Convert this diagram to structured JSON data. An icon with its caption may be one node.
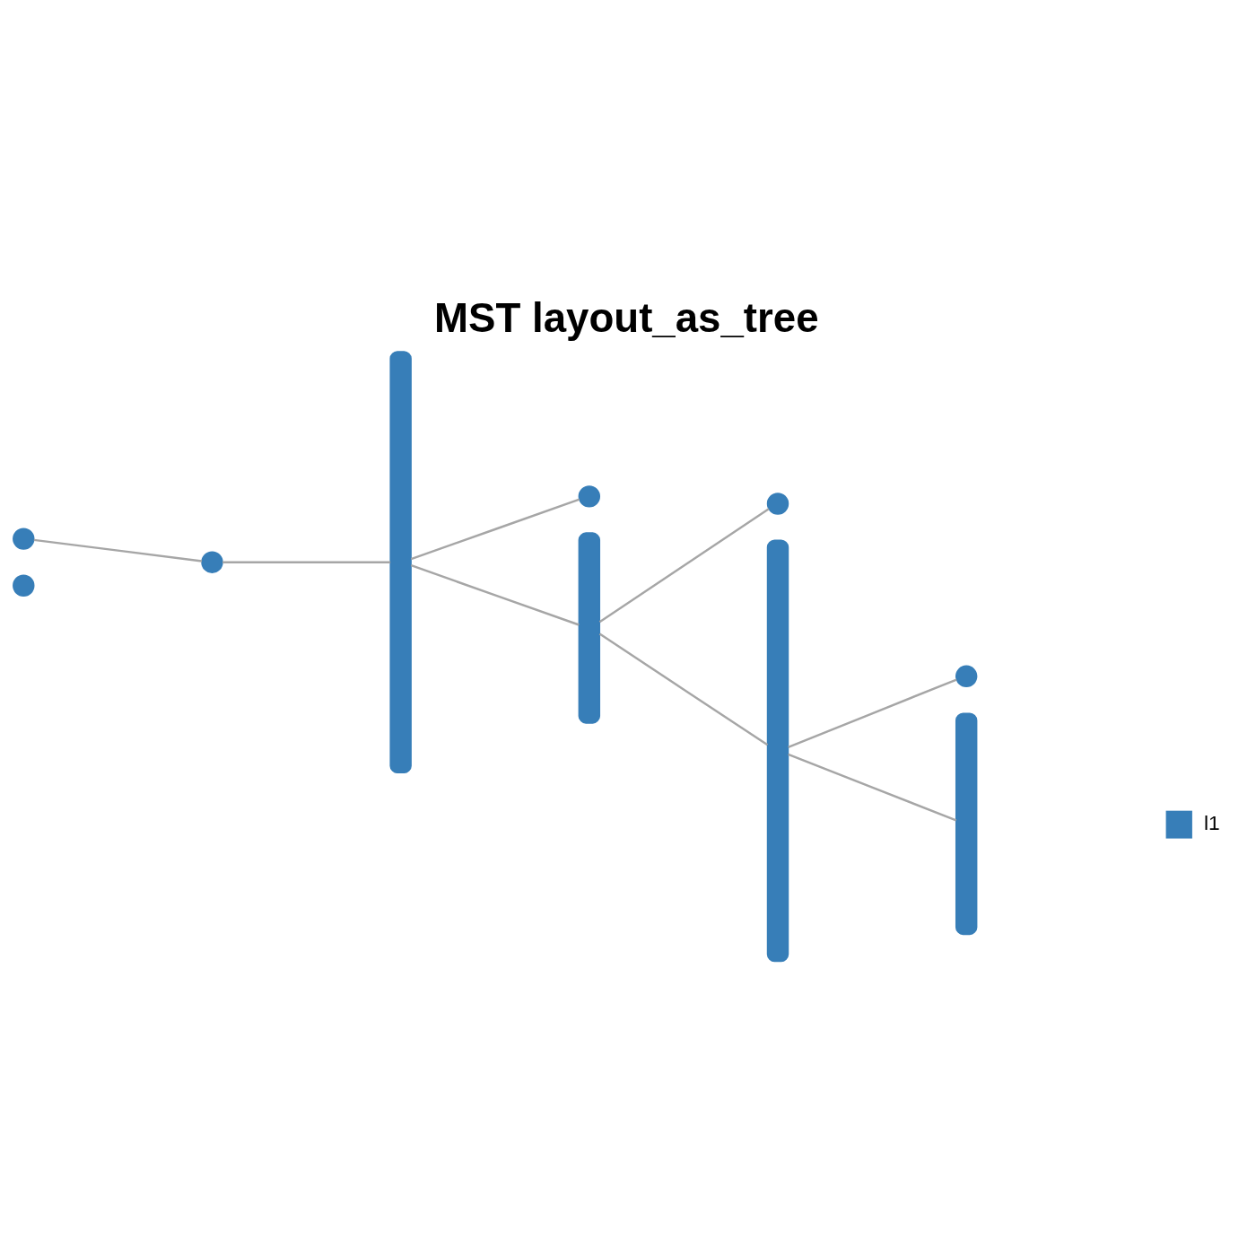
{
  "diagram": {
    "title": "MST layout_as_tree",
    "nodes": [
      {
        "text": [],
        "shape": "circle"
      },
      {
        "text": [],
        "shape": "circle"
      },
      {
        "text": [],
        "shape": "circle"
      },
      {
        "text": [],
        "shape": "bar"
      },
      {
        "text": [],
        "shape": "circle"
      },
      {
        "text": [],
        "shape": "bar"
      },
      {
        "text": [],
        "shape": "circle"
      },
      {
        "text": [],
        "shape": "bar"
      },
      {
        "text": [],
        "shape": "circle"
      },
      {
        "text": [],
        "shape": "bar"
      }
    ],
    "edges": [
      {
        "from": 2,
        "to": 0,
        "arrow": "none"
      },
      {
        "from": 2,
        "to": 3,
        "arrow": "none"
      },
      {
        "from": 3,
        "to": 4,
        "arrow": "none"
      },
      {
        "from": 3,
        "to": 5,
        "arrow": "none"
      },
      {
        "from": 5,
        "to": 6,
        "arrow": "none"
      },
      {
        "from": 5,
        "to": 7,
        "arrow": "none"
      },
      {
        "from": 7,
        "to": 8,
        "arrow": "none"
      },
      {
        "from": 7,
        "to": 9,
        "arrow": "none"
      }
    ],
    "legend": [
      {
        "text": "l1",
        "color": "#377eb8"
      }
    ]
  }
}
